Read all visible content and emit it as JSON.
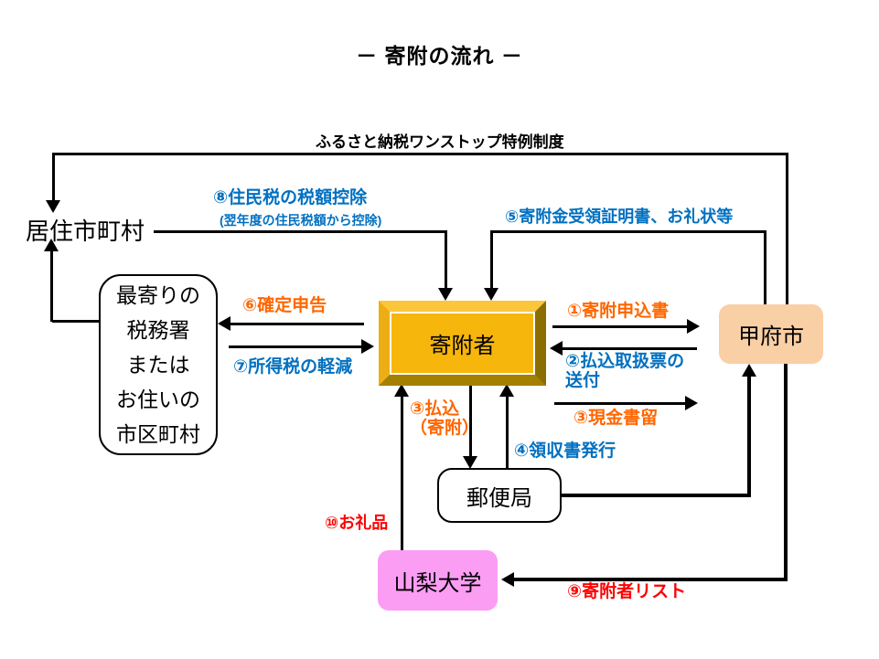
{
  "title": "－ 寄附の流れ －",
  "colors": {
    "label_blue": "#0070C0",
    "label_orange": "#FF6600",
    "label_red": "#FF0000",
    "donor_gold": "#F6B60B",
    "kofu_peach": "#F9CFA5",
    "university_pink": "#FB9DF3",
    "line_black": "#000000"
  },
  "nodes": {
    "resident_municipality": "居住市町村",
    "tax_office": "最寄りの\n税務署\nまたは\nお住いの\n市区町村",
    "donor": "寄附者",
    "kofu_city": "甲府市",
    "post_office": "郵便局",
    "yamanashi_university": "山梨大学"
  },
  "labels": {
    "onestop_system": "ふるさと納税ワンストップ特例制度",
    "f1_application": "①寄附申込書",
    "f2_payment_slip": "②払込取扱票の\n送付",
    "f3_cash_mail": "③現金書留",
    "f3_payment": "③払込\n（寄附）",
    "f4_receipt": "④領収書発行",
    "f5_certificate": "⑤寄附金受領証明書、お礼状等",
    "f6_tax_return": "⑥確定申告",
    "f7_income_tax": "⑦所得税の軽減",
    "f8_resident_tax": "⑧住民税の税額控除",
    "f8_note": "(翌年度の住民税額から控除)",
    "f9_donor_list": "⑨寄附者リスト",
    "f10_gift": "⑩お礼品"
  }
}
